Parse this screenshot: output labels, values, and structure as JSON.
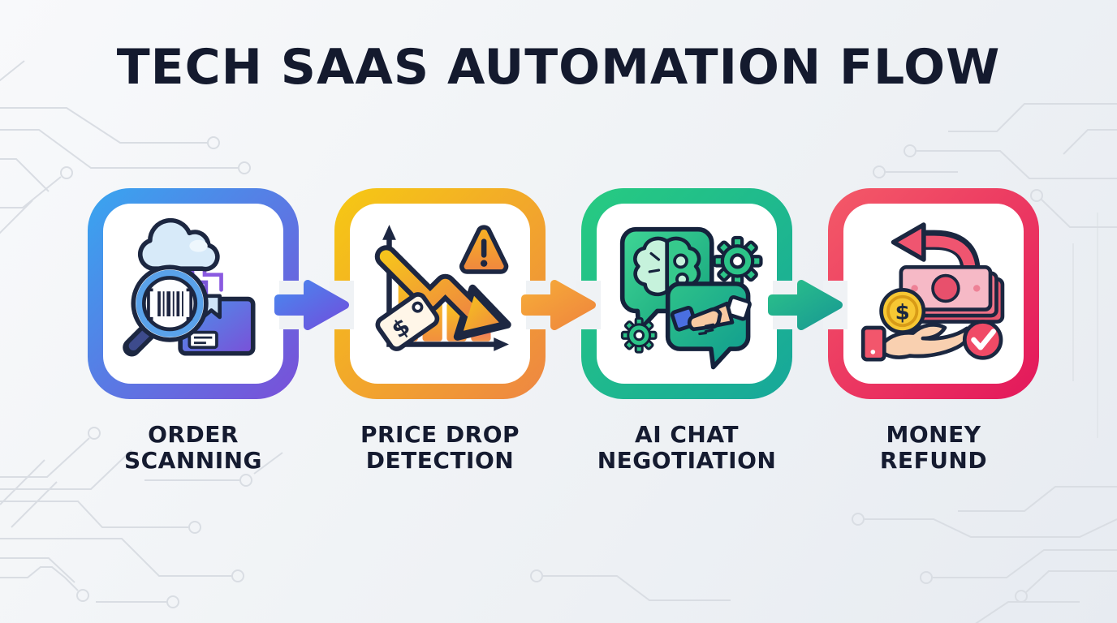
{
  "title": "TECH SAAS AUTOMATION FLOW",
  "currency_symbol": "$",
  "background": {
    "base_color": "#eff2f5",
    "circuit_trace_color": "#d9dde3",
    "style": "circuit-board-traces"
  },
  "title_color": "#141a2e",
  "steps": [
    {
      "label_line1": "ORDER",
      "label_line2": "SCANNING",
      "icon": "order-scanning-icon",
      "icon_description": "magnifying glass over barcode, shipping box, cloud with circuit lines",
      "border_from": "#38a6f0",
      "border_to": "#7a4fd8"
    },
    {
      "label_line1": "PRICE DROP",
      "label_line2": "DETECTION",
      "icon": "price-drop-icon",
      "icon_description": "declining bar chart with down arrow, price tag, warning triangle",
      "border_from": "#f6c913",
      "border_to": "#ee8643"
    },
    {
      "label_line1": "AI CHAT",
      "label_line2": "NEGOTIATION",
      "icon": "ai-chat-negotiation-icon",
      "icon_description": "chat bubbles with AI brain, gears and handshake",
      "border_from": "#27cb81",
      "border_to": "#17a79a"
    },
    {
      "label_line1": "MONEY",
      "label_line2": "REFUND",
      "icon": "money-refund-icon",
      "icon_description": "return arrow over banknotes, dollar coin, open hand, check mark",
      "border_from": "#f45a68",
      "border_to": "#e3175b"
    }
  ],
  "arrows": [
    {
      "name": "arrow-step1-to-step2",
      "color_from": "#4a86ee",
      "color_to": "#6f50dd"
    },
    {
      "name": "arrow-step2-to-step3",
      "color_from": "#f6ab39",
      "color_to": "#ef863d"
    },
    {
      "name": "arrow-step3-to-step4",
      "color_from": "#2bc08a",
      "color_to": "#189a93"
    }
  ]
}
